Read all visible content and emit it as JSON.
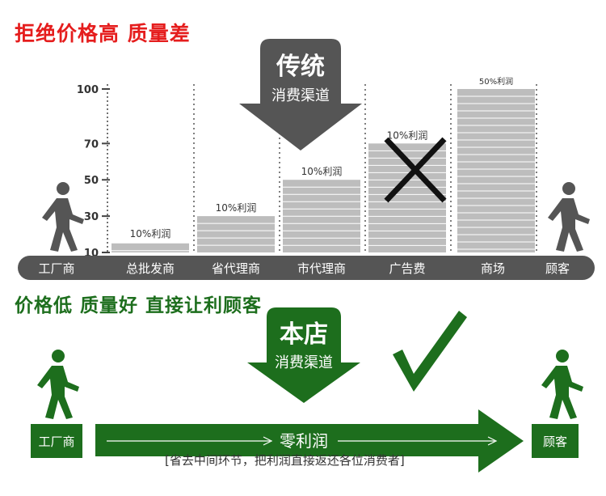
{
  "headline_top": "拒绝价格高 质量差",
  "headline_bottom": "价格低 质量好 直接让利顾客",
  "traditional": {
    "title": "传统",
    "subtitle": "消费渠道"
  },
  "store": {
    "title": "本店",
    "subtitle": "消费渠道"
  },
  "chart_data": {
    "type": "bar",
    "categories": [
      "总批发商",
      "省代理商",
      "市代理商",
      "广告费",
      "商场"
    ],
    "values": [
      15,
      30,
      50,
      70,
      100
    ],
    "data_labels": [
      "10%利润",
      "10%利润",
      "10%利润",
      "10%利润",
      "50%利润"
    ],
    "yticks": [
      "10",
      "30",
      "50",
      "70",
      "100"
    ],
    "ylim": [
      10,
      100
    ],
    "crossed_out": [
      "广告费"
    ]
  },
  "channel_bar": {
    "start": "工厂商",
    "labels": [
      "总批发商",
      "省代理商",
      "市代理商",
      "广告费",
      "商场"
    ],
    "end": "顾客"
  },
  "direct": {
    "start": "工厂商",
    "end": "顾客",
    "arrow_label": "零利润",
    "note": "[省去中间环节，把利润直接返还各位消费者]"
  },
  "colors": {
    "red": "#e51d1d",
    "green": "#1d6e1d",
    "dark_gray": "#555555",
    "bar_gray": "#bdbdbd"
  }
}
